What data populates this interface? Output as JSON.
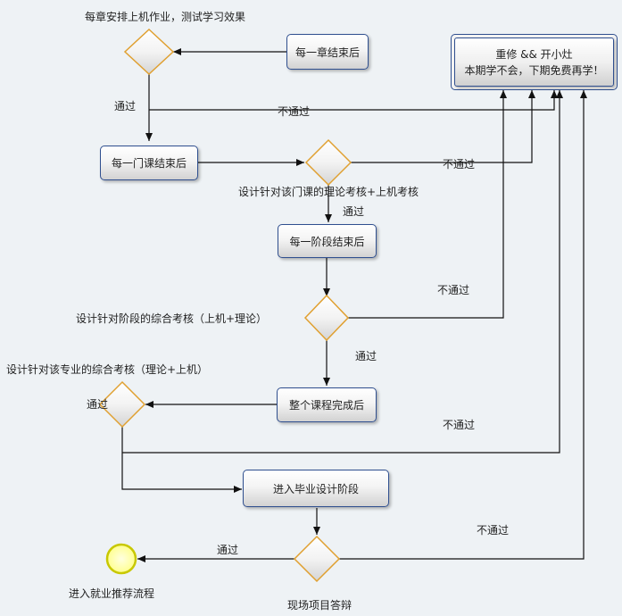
{
  "nodes": {
    "chapter_end": "每一章结束后",
    "course_end": "每一门课结束后",
    "stage_end": "每一阶段结束后",
    "all_done": "整个课程完成后",
    "graduation": "进入毕业设计阶段",
    "fail_line1": "重修 && 开小灶",
    "fail_line2": "本期学不会，下期免费再学！"
  },
  "notes": {
    "d1": "每章安排上机作业，测试学习效果",
    "d2": "设计针对该门课的理论考核+上机考核",
    "d3": "设计针对阶段的综合考核（上机+理论）",
    "d4": "设计针对该专业的综合考核（理论+上机）",
    "d5": "现场项目答辩",
    "end": "进入就业推荐流程"
  },
  "edges": {
    "pass": "通过",
    "fail": "不通过"
  },
  "colors": {
    "box_border": "#2f4f8f",
    "decision_border": "#e0a030",
    "end_fill": "#ffffb0",
    "end_border": "#c8c800"
  }
}
